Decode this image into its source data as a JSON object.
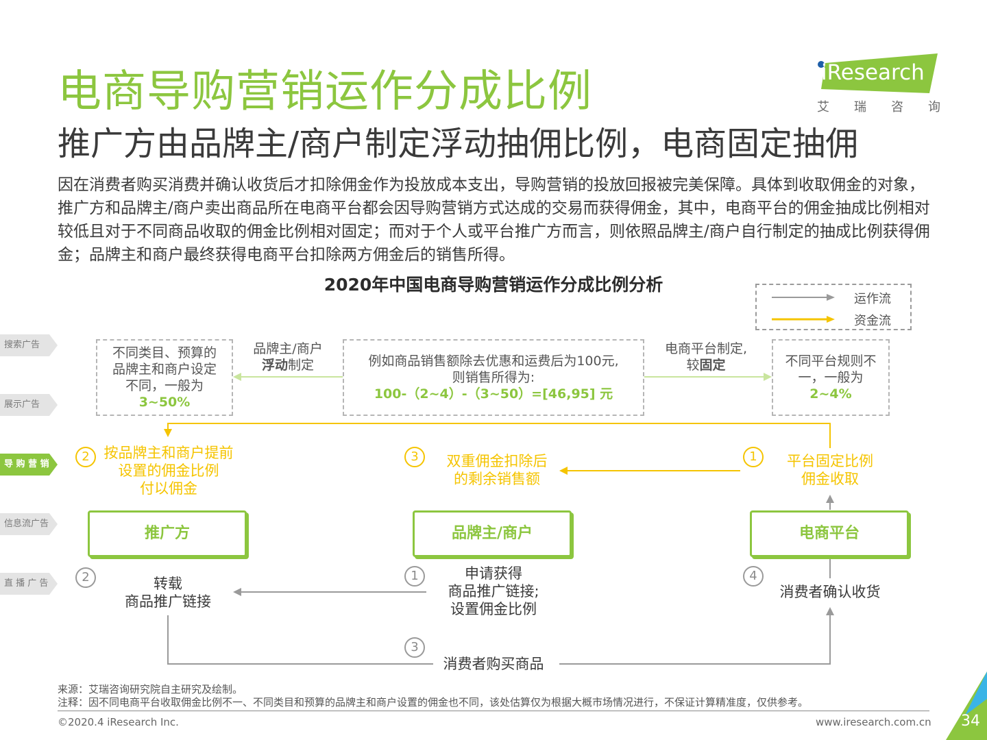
{
  "header": {
    "title": "电商导购营销运作分成比例",
    "subtitle": "推广方由品牌主/商户制定浮动抽佣比例，电商固定抽佣",
    "intro": "因在消费者购买消费并确认收货后才扣除佣金作为投放成本支出，导购营销的投放回报被完美保障。具体到收取佣金的对象，推广方和品牌主/商户卖出商品所在电商平台都会因导购营销方式达成的交易而获得佣金，其中，电商平台的佣金抽成比例相对较低且对于不同商品收取的佣金比例相对固定；而对于个人或平台推广方而言，则依照品牌主/商户自行制定的抽成比例获得佣金；品牌主和商户最终获得电商平台扣除两方佣金后的销售所得。"
  },
  "logo": {
    "text": "iResearch",
    "cn_chars": [
      "艾",
      "瑞",
      "咨",
      "询"
    ],
    "colors": {
      "green": "#8cc63f",
      "blue": "#1f5fa8"
    }
  },
  "diagram": {
    "title": "2020年中国电商导购营销运作分成比例分析",
    "legend": {
      "operation_flow": "运作流",
      "money_flow": "资金流"
    },
    "colors": {
      "green": "#8cc63f",
      "yellow": "#f5c400",
      "grey": "#9a9a9a"
    },
    "boxes": {
      "left": {
        "lines": [
          "不同类目、预算的",
          "品牌主和商户设定",
          "不同，一般为"
        ],
        "value": "3~50%"
      },
      "center": {
        "lines": [
          "例如商品销售额除去优惠和运费后为100元,",
          "则销售所得为:"
        ],
        "formula": "100-（2~4）-（3~50）=[46,95] 元"
      },
      "right": {
        "lines": [
          "不同平台规则不",
          "一，一般为"
        ],
        "value": "2~4%"
      }
    },
    "notes": {
      "brand_rate_line1": "品牌主/商户",
      "brand_rate_bold": "浮动",
      "brand_rate_rest": "制定",
      "platform_rate_line1": "电商平台制定,",
      "platform_rate_pre": "较",
      "platform_rate_bold": "固定"
    },
    "money_steps": [
      {
        "num": "2",
        "lines": [
          "按品牌主和商户提前",
          "设置的佣金比例",
          "付以佣金"
        ]
      },
      {
        "num": "3",
        "lines": [
          "双重佣金扣除后",
          "的剩余销售额"
        ]
      },
      {
        "num": "1",
        "lines": [
          "平台固定比例",
          "佣金收取"
        ]
      }
    ],
    "entities": {
      "promoter": "推广方",
      "brand": "品牌主/商户",
      "platform": "电商平台"
    },
    "operation_steps": [
      {
        "num": "2",
        "lines": [
          "转载",
          "商品推广链接"
        ]
      },
      {
        "num": "1",
        "lines": [
          "申请获得",
          "商品推广链接;",
          "设置佣金比例"
        ]
      },
      {
        "num": "4",
        "lines": [
          "消费者确认收货"
        ]
      },
      {
        "num": "3",
        "lines": [
          "消费者购买商品"
        ]
      }
    ]
  },
  "side_tabs": [
    {
      "label": "搜索广告",
      "active": false
    },
    {
      "label": "展示广告",
      "active": false
    },
    {
      "label": "导 购 营 销",
      "active": true
    },
    {
      "label": "信息流广告",
      "active": false
    },
    {
      "label": "直 播 广 告",
      "active": false
    }
  ],
  "footer": {
    "source": "来源：艾瑞咨询研究院自主研究及绘制。",
    "note": "注释：因不同电商平台收取佣金比例不一、不同类目和预算的品牌主和商户设置的佣金也不同，该处估算仅为根据大概市场情况进行，不保证计算精准度，仅供参考。",
    "copyright": "©2020.4 iResearch Inc.",
    "website": "www.iresearch.com.cn",
    "page": "34"
  }
}
